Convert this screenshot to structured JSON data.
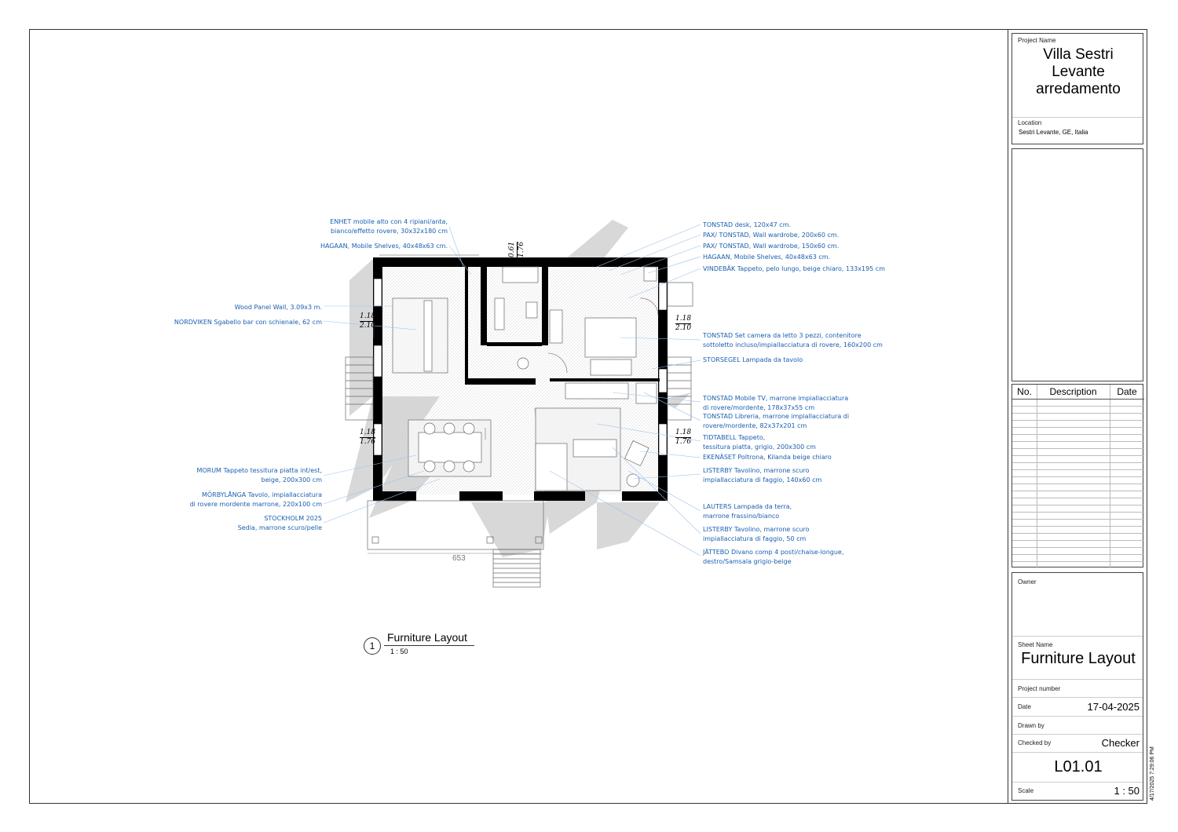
{
  "title_block": {
    "project_name_label": "Project Name",
    "project_name_lines": [
      "Villa Sestri",
      "Levante",
      "arredamento"
    ],
    "location_label": "Location",
    "location_value": "Sestri Levante, GE, Italia",
    "revisions": {
      "col_no": "No.",
      "col_description": "Description",
      "col_date": "Date"
    },
    "owner_label": "Owner",
    "sheet_name_label": "Sheet Name",
    "sheet_name": "Furniture Layout",
    "project_number_label": "Project number",
    "date_label": "Date",
    "date_value": "17-04-2025",
    "drawn_by_label": "Drawn by",
    "checked_by_label": "Checked by",
    "checked_by_value": "Checker",
    "sheet_number": "L01.01",
    "scale_label": "Scale",
    "scale_value": "1 : 50"
  },
  "timestamp": "4/17/2025 7:29:06 PM",
  "view": {
    "number": "1",
    "title": "Furniture Layout",
    "scale": "1 : 50"
  },
  "overall_dimension": "653",
  "levels": {
    "left_top": [
      "1.18",
      "2.10"
    ],
    "right_top": [
      "1.18",
      "2.10"
    ],
    "left_mid": [
      "1.18",
      "1.76"
    ],
    "right_mid": [
      "1.18",
      "1.76"
    ],
    "top": [
      "0.61",
      "1.76"
    ]
  },
  "notes_left": [
    [
      "ENHET mobile alto con 4 ripiani/anta,",
      "bianco/effetto rovere, 30x32x180 cm"
    ],
    [
      "HAGAAN, Mobile Shelves, 40x48x63 cm."
    ],
    [
      "Wood Panel Wall, 3.09x3 m."
    ],
    [
      "NORDVIKEN Sgabello bar con schienale, 62 cm"
    ],
    [
      "MORUM Tappeto tessitura piatta int/est,",
      "beige, 200x300 cm"
    ],
    [
      "MÖRBYLÅNGA Tavolo, impiallacciatura",
      "di rovere mordente marrone, 220x100 cm"
    ],
    [
      "STOCKHOLM 2025",
      "Sedia, marrone scuro/pelle"
    ]
  ],
  "notes_right": [
    [
      "TONSTAD desk, 120x47 cm."
    ],
    [
      "PAX/ TONSTAD, Wall wardrobe, 200x60 cm."
    ],
    [
      "PAX/ TONSTAD, Wall wardrobe, 150x60 cm."
    ],
    [
      "HAGAAN, Mobile Shelves, 40x48x63 cm."
    ],
    [
      "VINDEBÄK Tappeto, pelo lungo, beige chiaro, 133x195 cm"
    ],
    [
      "TONSTAD Set camera da letto 3 pezzi, contenitore",
      "sottoletto incluso/impiallacciatura di rovere, 160x200 cm"
    ],
    [
      "STORSEGEL Lampada da tavolo"
    ],
    [
      "TONSTAD Mobile TV, marrone impiallacciatura",
      "di rovere/mordente, 178x37x55 cm"
    ],
    [
      "TONSTAD Libreria, marrone impiallacciatura di",
      "rovere/mordente, 82x37x201 cm"
    ],
    [
      "TIDTABELL Tappeto,",
      "tessitura piatta, grigio, 200x300 cm"
    ],
    [
      "EKENÄSET Poltrona, Kilanda beige chiaro"
    ],
    [
      "LISTERBY Tavolino, marrone scuro",
      "impiallacciatura di faggio, 140x60 cm"
    ],
    [
      "LAUTERS Lampada da terra,",
      "marrone frassino/bianco"
    ],
    [
      "LISTERBY Tavolino, marrone scuro",
      "impiallacciatura di faggio, 50 cm"
    ],
    [
      "JÄTTEBO Divano comp 4 posti/chaise-longue,",
      "destro/Samsala grigio-beige"
    ]
  ]
}
